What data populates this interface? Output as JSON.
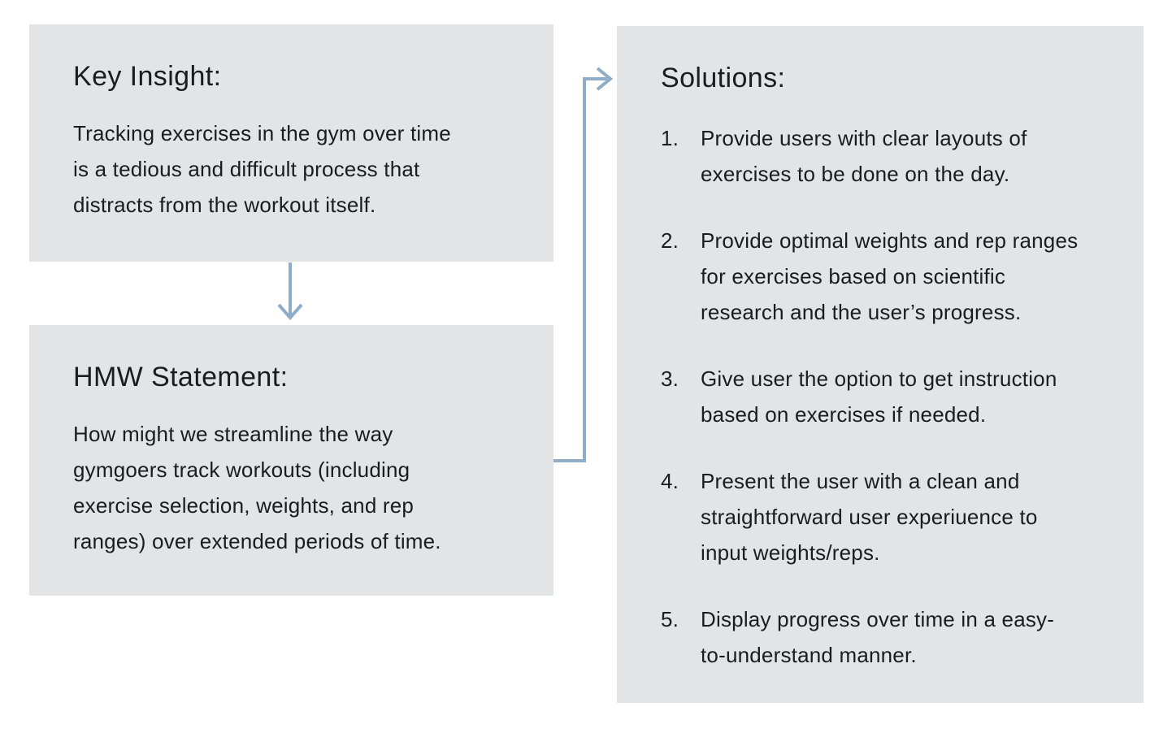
{
  "colors": {
    "page_bg": "#ffffff",
    "box_bg": "#e2e4e6",
    "text": "#1c1c1e",
    "arrow": "#8fadc7"
  },
  "key_insight": {
    "title": "Key Insight:",
    "body": "Tracking exercises in the gym over time is a tedious and difficult process that distracts from the workout itself."
  },
  "hmw": {
    "title": "HMW Statement:",
    "body": "How might we streamline the way gymgoers track workouts (including exercise selection, weights, and rep ranges) over extended periods of time."
  },
  "solutions": {
    "title": "Solutions:",
    "items": [
      {
        "num": "1.",
        "text": "Provide users with clear layouts of exercises to be done on the day."
      },
      {
        "num": "2.",
        "text": "Provide optimal weights and rep ranges for exercises based on scientific research and the user’s progress."
      },
      {
        "num": "3.",
        "text": "Give user the option to get instruction based on exercises if needed."
      },
      {
        "num": "4.",
        "text": "Present the user with a clean and straightforward user experiuence to input weights/reps."
      },
      {
        "num": "5.",
        "text": "Display progress over time in a easy-to-understand manner."
      }
    ]
  }
}
